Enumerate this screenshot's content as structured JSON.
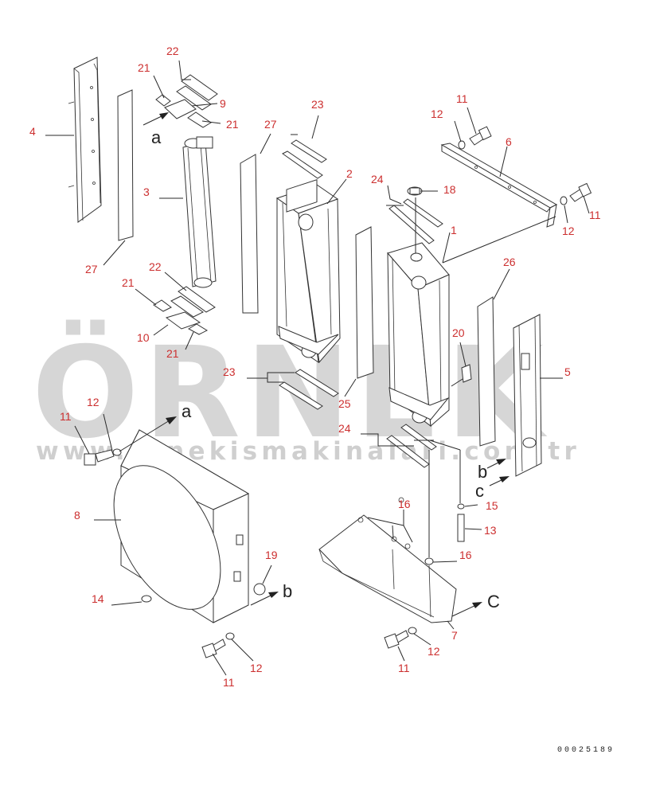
{
  "watermark": {
    "brand": "ÖRNEK",
    "url": "www.ornekismakinalari.com.tr",
    "accent_color": "#f0c040"
  },
  "drawing_code": "00025189",
  "refs": {
    "a1": "a",
    "a2": "a",
    "b1": "b",
    "b2": "b",
    "c1": "c",
    "c2": "C"
  },
  "callouts": [
    "4",
    "21",
    "22",
    "9",
    "21",
    "27",
    "3",
    "27",
    "22",
    "21",
    "10",
    "21",
    "23",
    "2",
    "25",
    "23",
    "12",
    "11",
    "6",
    "11",
    "12",
    "24",
    "18",
    "1",
    "26",
    "20",
    "5",
    "24",
    "15",
    "13",
    "16",
    "16",
    "7",
    "12",
    "11",
    "12",
    "11",
    "8",
    "19",
    "14",
    "12",
    "11"
  ]
}
